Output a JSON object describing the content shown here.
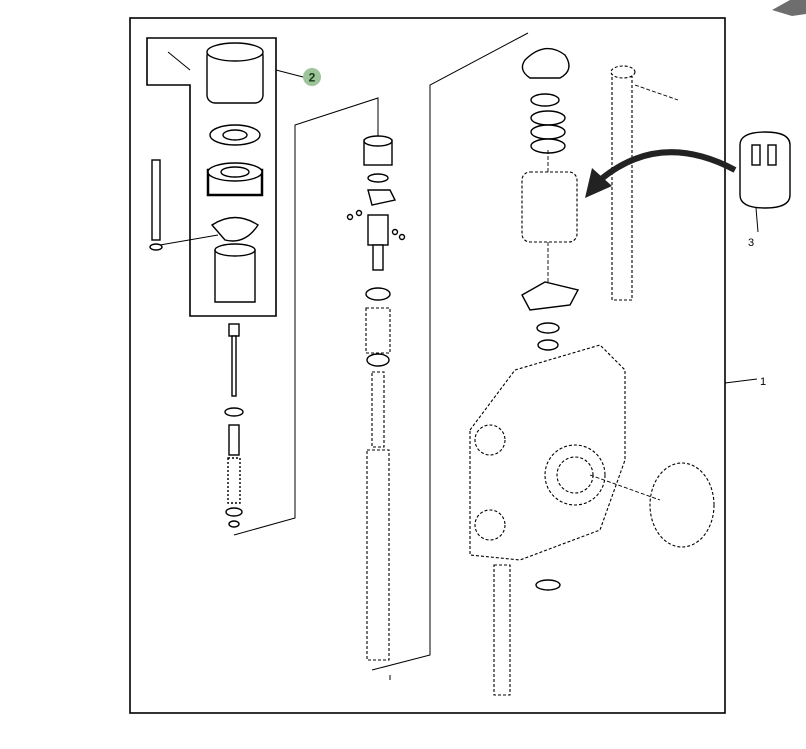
{
  "diagram": {
    "callouts": [
      {
        "id": "1",
        "label": "1"
      },
      {
        "id": "2",
        "label": "2",
        "highlighted": true,
        "color": "#9dc49a"
      },
      {
        "id": "3",
        "label": "3"
      }
    ],
    "colors": {
      "line": "#000000",
      "background": "#ffffff",
      "arrow": "#222222",
      "corner_icon": "#6e6e6e"
    }
  }
}
